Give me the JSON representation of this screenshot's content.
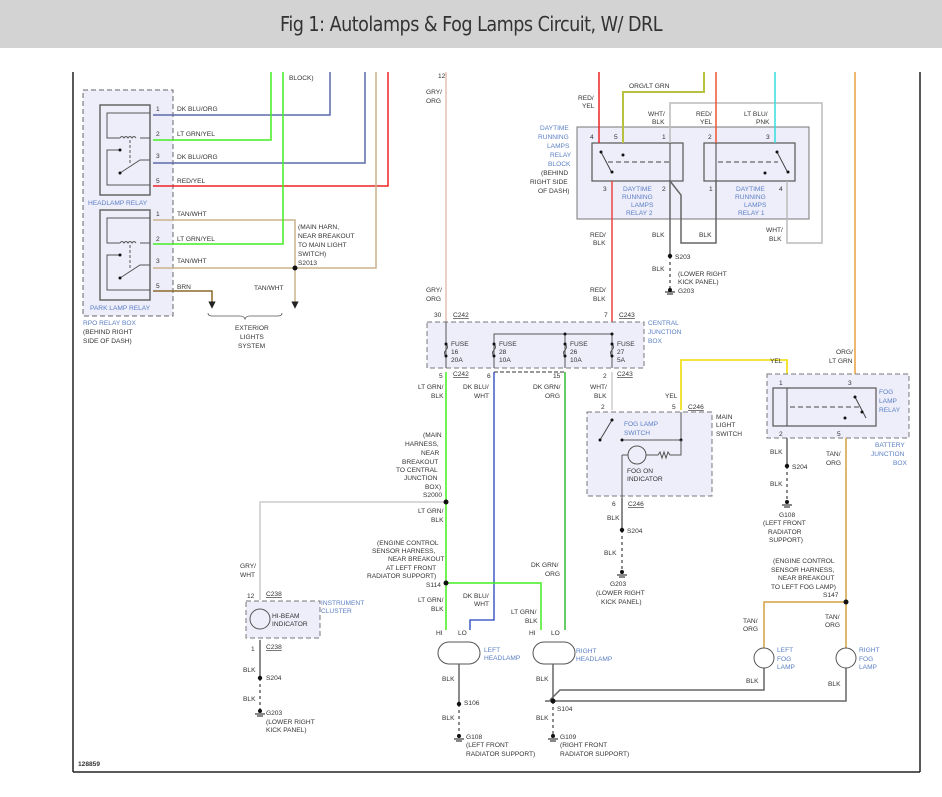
{
  "title": "Fig 1: Autolamps & Fog Lamps Circuit, W/ DRL",
  "figure_id": "128859",
  "wire_colors": {
    "dk_blu_org": "#5a6aa8",
    "lt_grn": "#44ee22",
    "red": "#ee2222",
    "tan": "#c8b48a",
    "brn": "#8a6a2a",
    "gry": "#cccccc",
    "org": "#e8a040",
    "cyan": "#33dddd",
    "yel": "#f0e020",
    "blk": "#555555",
    "dk_blu": "#2244bb",
    "component_fill": "#eeeefa",
    "label_blue": "#5b7fc4"
  },
  "components": {
    "headlamp_relay": {
      "label": "HEADLAMP RELAY",
      "pins": [
        "1",
        "2",
        "3",
        "5"
      ],
      "wires": [
        "DK BLU/ORG",
        "LT GRN/YEL",
        "DK BLU/ORG",
        "RED/YEL"
      ]
    },
    "park_lamp_relay": {
      "label": "PARK LAMP RELAY",
      "pins": [
        "1",
        "2",
        "3",
        "5"
      ],
      "wires": [
        "TAN/WHT",
        "LT GRN/YEL",
        "TAN/WHT",
        "BRN"
      ]
    },
    "rpo_relay_box": {
      "label": "RPO RELAY BOX",
      "location_1": "(BEHIND RIGHT",
      "location_2": "SIDE OF DASH)"
    },
    "s2013": {
      "id": "S2013",
      "note": [
        "(MAIN HARN,",
        "NEAR BREAKOUT",
        "TO MAIN LIGHT",
        "SWITCH)"
      ],
      "wire": "TAN/WHT"
    },
    "exterior_lights": {
      "label": [
        "EXTERIOR",
        "LIGHTS",
        "SYSTEM"
      ]
    },
    "block_fragment": "BLOCK)",
    "drl_block": {
      "label": [
        "DAYTIME",
        "RUNNING",
        "LAMPS",
        "RELAY",
        "BLOCK"
      ],
      "location": [
        "(BEHIND",
        "RIGHT SIDE",
        "OF DASH)"
      ],
      "relay2": {
        "label": [
          "DAYTIME",
          "RUNNING",
          "LAMPS",
          "RELAY 2"
        ],
        "pins": [
          "4",
          "5",
          "1",
          "3",
          "2"
        ]
      },
      "relay1": {
        "label": [
          "DAYTIME",
          "RUNNING",
          "LAMPS",
          "RELAY 1"
        ],
        "pins": [
          "2",
          "3",
          "1",
          "4"
        ]
      }
    },
    "top_wires": {
      "gry_org": [
        "GRY/",
        "ORG"
      ],
      "pin12": "12",
      "red_yel_left": [
        "RED/",
        "YEL"
      ],
      "org_lt_grn": "ORG/LT GRN",
      "wht_blk_top": [
        "WHT/",
        "BLK"
      ],
      "red_yel_right": [
        "RED/",
        "YEL"
      ],
      "lt_blu_pnk": [
        "LT BLU/",
        "PNK"
      ],
      "red_blk_1": [
        "RED/",
        "BLK"
      ],
      "red_blk_2": [
        "RED/",
        "BLK"
      ],
      "blk_r2": "BLK",
      "blk_r1": "BLK",
      "wht_blk_right": [
        "WHT/",
        "BLK"
      ],
      "s203": "S203",
      "blk_g": "BLK",
      "g203_top": "G203",
      "g203_top_loc": [
        "(LOWER RIGHT",
        "KICK PANEL)"
      ],
      "gry_org_2": [
        "GRY/",
        "ORG"
      ]
    },
    "central_junction_box": {
      "label": [
        "CENTRAL",
        "JUNCTION",
        "BOX"
      ],
      "connectors": {
        "c242_in": "C242",
        "c243_in": "C243",
        "c242_out": "C242",
        "c243_out": "C243"
      },
      "pin_in": {
        "p30": "30",
        "p7": "7"
      },
      "pin_out": {
        "p5": "5",
        "p6": "6",
        "p15": "15",
        "p2": "2"
      },
      "fuses": [
        {
          "label": "FUSE",
          "number": "16",
          "rating": "20A"
        },
        {
          "label": "FUSE",
          "number": "28",
          "rating": "10A"
        },
        {
          "label": "FUSE",
          "number": "26",
          "rating": "10A"
        },
        {
          "label": "FUSE",
          "number": "27",
          "rating": "5A"
        }
      ],
      "out_wires": [
        [
          "LT GRN/",
          "BLK"
        ],
        [
          "DK BLU/",
          "WHT"
        ],
        [
          "DK GRN/",
          "ORG"
        ],
        [
          "WHT/",
          "BLK"
        ]
      ]
    },
    "main_light_switch": {
      "label": [
        "MAIN",
        "LIGHT",
        "SWITCH"
      ],
      "fog_switch": [
        "FOG LAMP",
        "SWITCH"
      ],
      "indicator": [
        "FOG ON",
        "INDICATOR"
      ],
      "connector": "C246",
      "pins": {
        "p2": "2",
        "p5": "5",
        "p6": "6"
      },
      "yel": "YEL",
      "blk": "BLK",
      "s204": "S204",
      "blk2": "BLK",
      "g203": "G203",
      "g203_loc": [
        "(LOWER RIGHT",
        "KICK PANEL)"
      ],
      "connector_out": "C246"
    },
    "fog_lamp_relay": {
      "label": [
        "FOG",
        "LAMP",
        "RELAY"
      ],
      "box": [
        "BATTERY",
        "JUNCTION",
        "BOX"
      ],
      "pins": {
        "p1": "1",
        "p3": "3",
        "p2": "2",
        "p5": "5"
      },
      "yel": "YEL",
      "org_lt_grn": [
        "ORG/",
        "LT GRN"
      ],
      "blk": "BLK",
      "s204": "S204",
      "blk2": "BLK",
      "g108": "G108",
      "g108_loc": [
        "(LEFT FRONT",
        "RADIATOR",
        "SUPPORT)"
      ],
      "tan_org": [
        "TAN/",
        "ORG"
      ]
    },
    "s147": {
      "id": "S147",
      "note": [
        "(ENGINE CONTROL",
        "SENSOR HARNESS,",
        "NEAR BREAKOUT",
        "TO LEFT FOG LAMP)"
      ]
    },
    "fog_lamps": {
      "left": {
        "label": [
          "LEFT",
          "FOG",
          "LAMP"
        ],
        "wire_in": [
          "TAN/",
          "ORG"
        ],
        "wire_out": "BLK"
      },
      "right": {
        "label": [
          "RIGHT",
          "FOG",
          "LAMP"
        ],
        "wire_in": [
          "TAN/",
          "ORG"
        ],
        "wire_out": "BLK"
      }
    },
    "s2000": {
      "id": "S2000",
      "note": [
        "(MAIN",
        "HARNESS,",
        "NEAR",
        "BREAKOUT",
        "TO CENTRAL",
        "JUNCTION",
        "BOX)"
      ],
      "wire_after": [
        "LT GRN/",
        "BLK"
      ]
    },
    "s114": {
      "id": "S114",
      "note": [
        "(ENGINE CONTROL",
        "SENSOR HARNESS,",
        "NEAR BREAKOUT",
        "AT LEFT FRONT",
        "RADIATOR SUPPORT)"
      ],
      "wire_after": [
        "LT GRN/",
        "BLK"
      ]
    },
    "headlamps": {
      "left": {
        "label": [
          "LEFT",
          "HEADLAMP"
        ],
        "hi": "HI",
        "lo": "LO",
        "lo_wire": [
          "DK BLU/",
          "WHT"
        ],
        "blk": "BLK",
        "splice": "S106",
        "blk2": "BLK",
        "ground": "G108",
        "ground_loc": [
          "(LEFT FRONT",
          "RADIATOR SUPPORT)"
        ]
      },
      "right": {
        "label": [
          "RIGHT",
          "HEADLAMP"
        ],
        "hi": "HI",
        "lo": "LO",
        "hi_wire": [
          "LT GRN/",
          "BLK"
        ],
        "lo_wire": [
          "DK GRN/",
          "ORG"
        ],
        "blk": "BLK",
        "splice": "S104",
        "blk2": "BLK",
        "ground": "G109",
        "ground_loc": [
          "(RIGHT FRONT",
          "RADIATOR SUPPORT)"
        ]
      }
    },
    "instrument_cluster": {
      "label": [
        "INSTRUMENT",
        "CLUSTER"
      ],
      "indicator": [
        "HI-BEAM",
        "INDICATOR"
      ],
      "wire_in": [
        "GRY/",
        "WHT"
      ],
      "connector_in": "C238",
      "pin_in": "12",
      "connector_out": "C238",
      "pin_out": "1",
      "blk": "BLK",
      "splice": "S204",
      "blk2": "BLK",
      "ground": "G203",
      "ground_loc": [
        "(LOWER RIGHT",
        "KICK PANEL)"
      ]
    }
  }
}
